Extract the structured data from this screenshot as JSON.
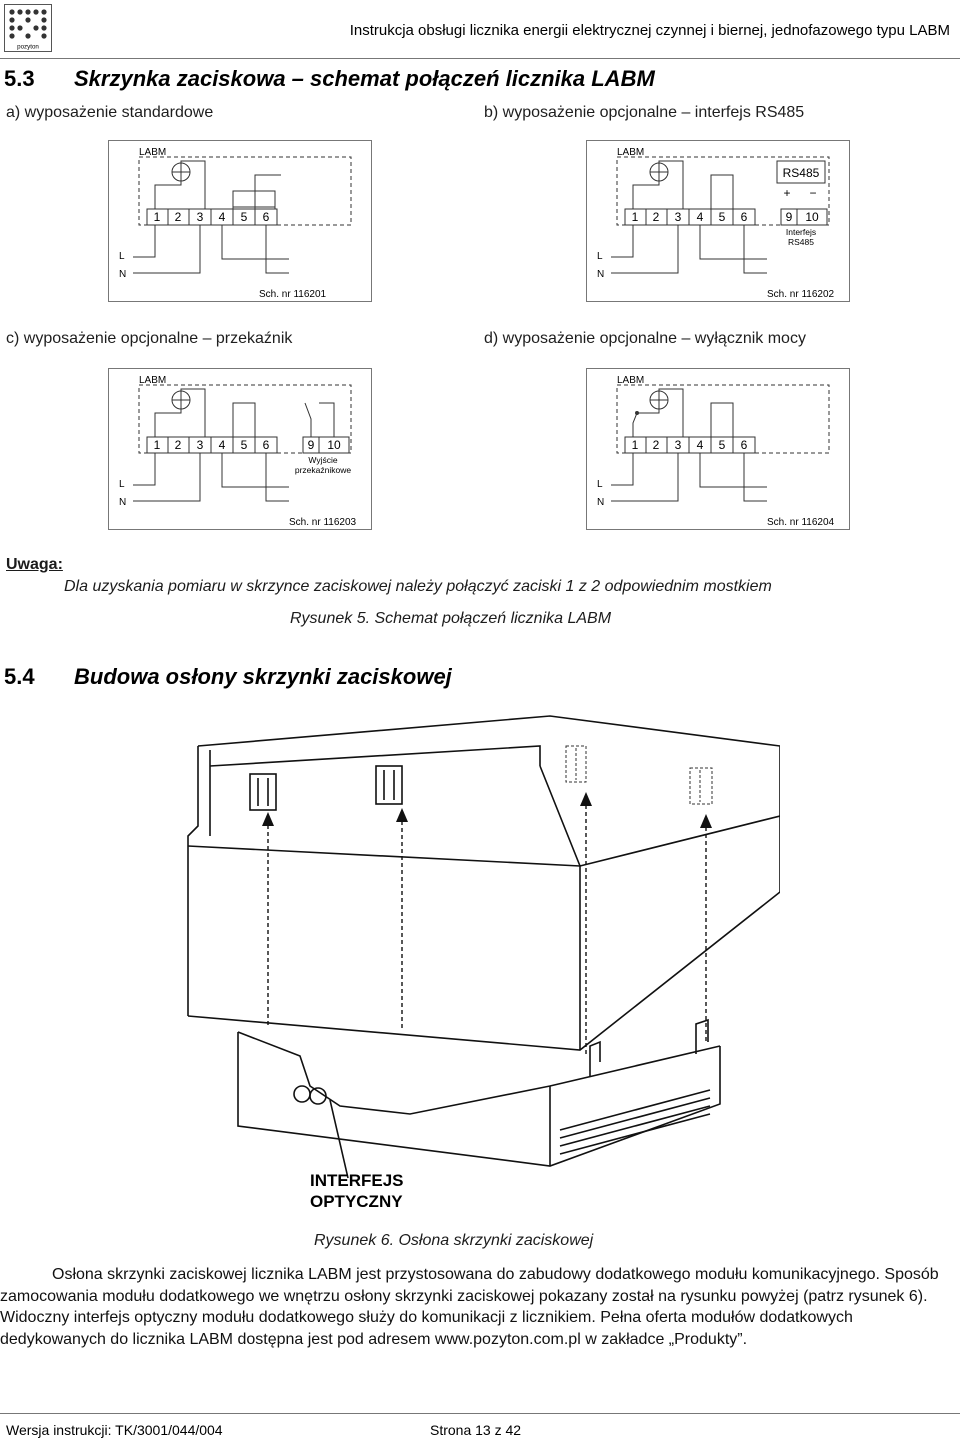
{
  "header": {
    "logo_text": "pozyton",
    "title": "Instrukcja obsługi licznika energii elektrycznej czynnej i biernej, jednofazowego typu LABM"
  },
  "section_53": {
    "number": "5.3",
    "title": "Skrzynka zaciskowa – schemat połączeń licznika LABM"
  },
  "diagrams": [
    {
      "caption": "a) wyposażenie standardowe",
      "meter": "LABM",
      "terminals": [
        "1",
        "2",
        "3",
        "4",
        "5",
        "6"
      ],
      "extra_terminals": [],
      "module_label": "",
      "sublabel": [],
      "line_l": "L",
      "line_n": "N",
      "sch": "Sch. nr 116201"
    },
    {
      "caption": "b) wyposażenie opcjonalne – interfejs RS485",
      "meter": "LABM",
      "terminals": [
        "1",
        "2",
        "3",
        "4",
        "5",
        "6"
      ],
      "extra_terminals": [
        "9",
        "10"
      ],
      "module_label": "RS485",
      "sublabel": [
        "Interfejs",
        "RS485"
      ],
      "line_l": "L",
      "line_n": "N",
      "sch": "Sch. nr 116202"
    },
    {
      "caption": "c) wyposażenie opcjonalne – przekaźnik",
      "meter": "LABM",
      "terminals": [
        "1",
        "2",
        "3",
        "4",
        "5",
        "6"
      ],
      "extra_terminals": [
        "9",
        "10"
      ],
      "module_label": "",
      "sublabel": [
        "Wyjście",
        "przekaźnikowe"
      ],
      "line_l": "L",
      "line_n": "N",
      "sch": "Sch. nr 116203"
    },
    {
      "caption": "d) wyposażenie opcjonalne – wyłącznik mocy",
      "meter": "LABM",
      "terminals": [
        "1",
        "2",
        "3",
        "4",
        "5",
        "6"
      ],
      "extra_terminals": [],
      "module_label": "",
      "sublabel": [],
      "line_l": "L",
      "line_n": "N",
      "sch": "Sch. nr 116204"
    }
  ],
  "note": {
    "heading": "Uwaga:",
    "text": "Dla uzyskania pomiaru w skrzynce zaciskowej należy połączyć zaciski 1 z 2 odpowiednim mostkiem"
  },
  "figure5_caption": "Rysunek 5. Schemat połączeń licznika LABM",
  "section_54": {
    "number": "5.4",
    "title": "Budowa osłony skrzynki zaciskowej"
  },
  "figure6": {
    "label_line1": "INTERFEJS",
    "label_line2": "OPTYCZNY",
    "caption": "Rysunek 6. Osłona skrzynki zaciskowej"
  },
  "paragraph": "Osłona skrzynki zaciskowej licznika LABM jest przystosowana do zabudowy dodatkowego modułu komunikacyjnego. Sposób zamocowania modułu dodatkowego we wnętrzu osłony skrzynki zaciskowej pokazany został na rysunku powyżej (patrz rysunek 6). Widoczny interfejs optyczny modułu dodatkowego służy do komunikacji z licznikiem. Pełna oferta modułów dodatkowych dedykowanych do licznika LABM dostępna jest pod adresem www.pozyton.com.pl w zakładce „Produkty”.",
  "footer": {
    "version": "Wersja instrukcji: TK/3001/044/004",
    "page": "Strona 13 z 42"
  }
}
